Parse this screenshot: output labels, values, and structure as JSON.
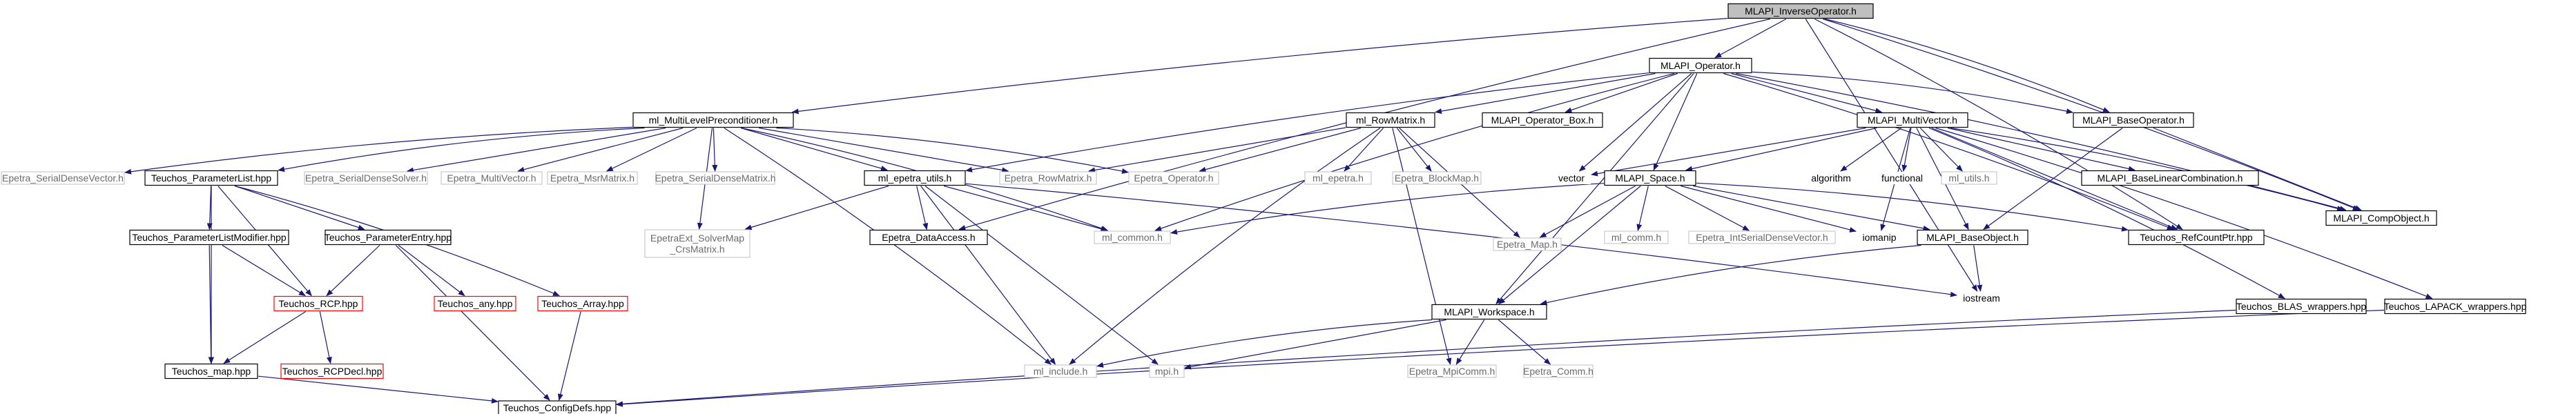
{
  "diagram": {
    "root": "n_root",
    "colors": {
      "edge": "#191970",
      "border_black": "#000000",
      "border_gray": "#bfbfbf",
      "border_red": "#ff0000",
      "root_fill": "#bfbfbf",
      "text_black": "#000000",
      "text_gray": "#6b6b6b"
    },
    "nodes": [
      {
        "id": "n_root",
        "label": "MLAPI_InverseOperator.h",
        "style": "root"
      },
      {
        "id": "n_ml_multilevel",
        "label": "ml_MultiLevelPreconditioner.h",
        "style": "black"
      },
      {
        "id": "n_operator",
        "label": "MLAPI_Operator.h",
        "style": "black"
      },
      {
        "id": "n_baseoperator",
        "label": "MLAPI_BaseOperator.h",
        "style": "black"
      },
      {
        "id": "n_compobject",
        "label": "MLAPI_CompObject.h",
        "style": "black"
      },
      {
        "id": "n_rcpptr",
        "label": "Teuchos_RefCountPtr.hpp",
        "style": "black"
      },
      {
        "id": "n_iostream",
        "label": "iostream",
        "style": "plain"
      },
      {
        "id": "n_dataaccess",
        "label": "Epetra_DataAccess.h",
        "style": "black"
      },
      {
        "id": "n_rowmatrix",
        "label": "ml_RowMatrix.h",
        "style": "black"
      },
      {
        "id": "n_opbox",
        "label": "MLAPI_Operator_Box.h",
        "style": "black"
      },
      {
        "id": "n_multivector",
        "label": "MLAPI_MultiVector.h",
        "style": "black"
      },
      {
        "id": "n_space",
        "label": "MLAPI_Space.h",
        "style": "black"
      },
      {
        "id": "n_workspace",
        "label": "MLAPI_Workspace.h",
        "style": "black"
      },
      {
        "id": "n_epetra_utils",
        "label": "ml_epetra_utils.h",
        "style": "black"
      },
      {
        "id": "n_paramlist",
        "label": "Teuchos_ParameterList.hpp",
        "style": "black"
      },
      {
        "id": "n_sdvector",
        "label": "Epetra_SerialDenseVector.h",
        "style": "gray"
      },
      {
        "id": "n_sdsolver",
        "label": "Epetra_SerialDenseSolver.h",
        "style": "gray"
      },
      {
        "id": "n_epmultivector",
        "label": "Epetra_MultiVector.h",
        "style": "gray"
      },
      {
        "id": "n_msrmatrix",
        "label": "Epetra_MsrMatrix.h",
        "style": "gray"
      },
      {
        "id": "n_sdmatrix",
        "label": "Epetra_SerialDenseMatrix.h",
        "style": "gray"
      },
      {
        "id": "n_eprowmatrix",
        "label": "Epetra_RowMatrix.h",
        "style": "gray"
      },
      {
        "id": "n_epoperator",
        "label": "Epetra_Operator.h",
        "style": "gray"
      },
      {
        "id": "n_epetraext",
        "label": "EpetraExt_SolverMap\n_CrsMatrix.h",
        "style": "gray"
      },
      {
        "id": "n_ml_common",
        "label": "ml_common.h",
        "style": "gray"
      },
      {
        "id": "n_ml_include",
        "label": "ml_include.h",
        "style": "gray"
      },
      {
        "id": "n_mpi",
        "label": "mpi.h",
        "style": "gray"
      },
      {
        "id": "n_ml_epetra",
        "label": "ml_epetra.h",
        "style": "gray"
      },
      {
        "id": "n_blockmap",
        "label": "Epetra_BlockMap.h",
        "style": "gray"
      },
      {
        "id": "n_epmap",
        "label": "Epetra_Map.h",
        "style": "gray"
      },
      {
        "id": "n_vector",
        "label": "vector",
        "style": "plain"
      },
      {
        "id": "n_algorithm",
        "label": "algorithm",
        "style": "plain"
      },
      {
        "id": "n_functional",
        "label": "functional",
        "style": "plain"
      },
      {
        "id": "n_ml_utils",
        "label": "ml_utils.h",
        "style": "gray"
      },
      {
        "id": "n_baselincomb",
        "label": "MLAPI_BaseLinearCombination.h",
        "style": "black"
      },
      {
        "id": "n_ml_comm",
        "label": "ml_comm.h",
        "style": "gray"
      },
      {
        "id": "n_intsdvector",
        "label": "Epetra_IntSerialDenseVector.h",
        "style": "gray"
      },
      {
        "id": "n_iomanip",
        "label": "iomanip",
        "style": "plain"
      },
      {
        "id": "n_baseobject",
        "label": "MLAPI_BaseObject.h",
        "style": "black"
      },
      {
        "id": "n_blas",
        "label": "Teuchos_BLAS_wrappers.hpp",
        "style": "black"
      },
      {
        "id": "n_lapack",
        "label": "Teuchos_LAPACK_wrappers.hpp",
        "style": "black"
      },
      {
        "id": "n_plmodifier",
        "label": "Teuchos_ParameterListModifier.hpp",
        "style": "black"
      },
      {
        "id": "n_paramentry",
        "label": "Teuchos_ParameterEntry.hpp",
        "style": "black"
      },
      {
        "id": "n_rcp",
        "label": "Teuchos_RCP.hpp",
        "style": "red"
      },
      {
        "id": "n_any",
        "label": "Teuchos_any.hpp",
        "style": "red"
      },
      {
        "id": "n_array",
        "label": "Teuchos_Array.hpp",
        "style": "red"
      },
      {
        "id": "n_rcpdecl",
        "label": "Teuchos_RCPDecl.hpp",
        "style": "red"
      },
      {
        "id": "n_map",
        "label": "Teuchos_map.hpp",
        "style": "black"
      },
      {
        "id": "n_configdefs",
        "label": "Teuchos_ConfigDefs.hpp",
        "style": "black"
      },
      {
        "id": "n_mpicomm",
        "label": "Epetra_MpiComm.h",
        "style": "gray"
      },
      {
        "id": "n_comm",
        "label": "Epetra_Comm.h",
        "style": "gray"
      }
    ],
    "edges": [
      [
        "n_root",
        "n_ml_multilevel"
      ],
      [
        "n_root",
        "n_operator"
      ],
      [
        "n_root",
        "n_baseoperator"
      ],
      [
        "n_root",
        "n_compobject"
      ],
      [
        "n_root",
        "n_rcpptr"
      ],
      [
        "n_root",
        "n_iostream"
      ],
      [
        "n_root",
        "n_dataaccess"
      ],
      [
        "n_ml_multilevel",
        "n_sdvector"
      ],
      [
        "n_ml_multilevel",
        "n_paramlist"
      ],
      [
        "n_ml_multilevel",
        "n_sdsolver"
      ],
      [
        "n_ml_multilevel",
        "n_epmultivector"
      ],
      [
        "n_ml_multilevel",
        "n_msrmatrix"
      ],
      [
        "n_ml_multilevel",
        "n_sdmatrix"
      ],
      [
        "n_ml_multilevel",
        "n_epetra_utils"
      ],
      [
        "n_ml_multilevel",
        "n_eprowmatrix"
      ],
      [
        "n_ml_multilevel",
        "n_epoperator"
      ],
      [
        "n_ml_multilevel",
        "n_epetraext"
      ],
      [
        "n_ml_multilevel",
        "n_ml_common"
      ],
      [
        "n_ml_multilevel",
        "n_ml_include"
      ],
      [
        "n_operator",
        "n_rowmatrix"
      ],
      [
        "n_operator",
        "n_opbox"
      ],
      [
        "n_operator",
        "n_multivector"
      ],
      [
        "n_operator",
        "n_baseoperator"
      ],
      [
        "n_operator",
        "n_compobject"
      ],
      [
        "n_operator",
        "n_space"
      ],
      [
        "n_operator",
        "n_workspace"
      ],
      [
        "n_operator",
        "n_epetra_utils"
      ],
      [
        "n_operator",
        "n_ml_common"
      ],
      [
        "n_operator",
        "n_rcpptr"
      ],
      [
        "n_operator",
        "n_vector"
      ],
      [
        "n_rowmatrix",
        "n_epoperator"
      ],
      [
        "n_rowmatrix",
        "n_ml_epetra"
      ],
      [
        "n_rowmatrix",
        "n_blockmap"
      ],
      [
        "n_rowmatrix",
        "n_epmap"
      ],
      [
        "n_rowmatrix",
        "n_mpicomm"
      ],
      [
        "n_rowmatrix",
        "n_ml_include"
      ],
      [
        "n_rowmatrix",
        "n_eprowmatrix"
      ],
      [
        "n_multivector",
        "n_algorithm"
      ],
      [
        "n_multivector",
        "n_functional"
      ],
      [
        "n_multivector",
        "n_ml_utils"
      ],
      [
        "n_multivector",
        "n_baselincomb"
      ],
      [
        "n_multivector",
        "n_compobject"
      ],
      [
        "n_multivector",
        "n_space"
      ],
      [
        "n_multivector",
        "n_rcpptr"
      ],
      [
        "n_multivector",
        "n_blas"
      ],
      [
        "n_multivector",
        "n_lapack"
      ],
      [
        "n_multivector",
        "n_vector"
      ],
      [
        "n_multivector",
        "n_iomanip"
      ],
      [
        "n_multivector",
        "n_baseobject"
      ],
      [
        "n_space",
        "n_ml_common"
      ],
      [
        "n_space",
        "n_epmap"
      ],
      [
        "n_space",
        "n_ml_comm"
      ],
      [
        "n_space",
        "n_intsdvector"
      ],
      [
        "n_space",
        "n_iomanip"
      ],
      [
        "n_space",
        "n_baseobject"
      ],
      [
        "n_space",
        "n_workspace"
      ],
      [
        "n_space",
        "n_rcpptr"
      ],
      [
        "n_baseoperator",
        "n_baseobject"
      ],
      [
        "n_baseoperator",
        "n_compobject"
      ],
      [
        "n_baseobject",
        "n_workspace"
      ],
      [
        "n_baseobject",
        "n_iostream"
      ],
      [
        "n_workspace",
        "n_ml_include"
      ],
      [
        "n_workspace",
        "n_mpi"
      ],
      [
        "n_workspace",
        "n_mpicomm"
      ],
      [
        "n_workspace",
        "n_comm"
      ],
      [
        "n_epetra_utils",
        "n_epetraext"
      ],
      [
        "n_epetra_utils",
        "n_dataaccess"
      ],
      [
        "n_epetra_utils",
        "n_ml_common"
      ],
      [
        "n_epetra_utils",
        "n_ml_include"
      ],
      [
        "n_epetra_utils",
        "n_mpi"
      ],
      [
        "n_epetra_utils",
        "n_iostream"
      ],
      [
        "n_paramlist",
        "n_plmodifier"
      ],
      [
        "n_paramlist",
        "n_paramentry"
      ],
      [
        "n_paramlist",
        "n_rcp"
      ],
      [
        "n_paramlist",
        "n_array"
      ],
      [
        "n_paramlist",
        "n_map"
      ],
      [
        "n_plmodifier",
        "n_rcp"
      ],
      [
        "n_plmodifier",
        "n_map"
      ],
      [
        "n_paramentry",
        "n_rcp"
      ],
      [
        "n_paramentry",
        "n_any"
      ],
      [
        "n_paramentry",
        "n_configdefs"
      ],
      [
        "n_rcp",
        "n_rcpdecl"
      ],
      [
        "n_rcp",
        "n_map"
      ],
      [
        "n_map",
        "n_configdefs"
      ],
      [
        "n_array",
        "n_configdefs"
      ],
      [
        "n_blas",
        "n_configdefs"
      ],
      [
        "n_lapack",
        "n_configdefs"
      ]
    ]
  }
}
